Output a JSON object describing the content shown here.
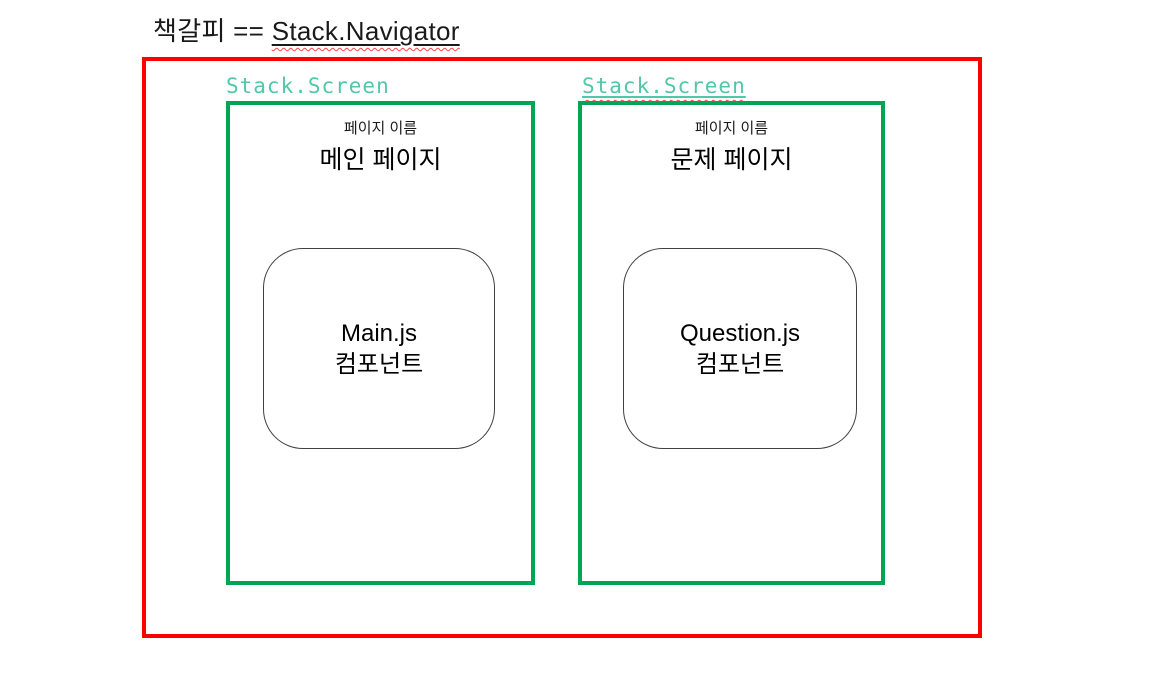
{
  "title": {
    "prefix": "책갈피 == ",
    "term": "Stack.Navigator"
  },
  "colors": {
    "navigator_border": "#FF0000",
    "screen_border": "#00A651",
    "screen_label": "#52C7A8",
    "component_border": "#404040",
    "squiggle": "#FF4545",
    "text": "#1A1A1A"
  },
  "screens": [
    {
      "label": "Stack.Screen",
      "caption": "페이지 이름",
      "page_name": "메인 페이지",
      "component": {
        "line1": "Main.js",
        "line2": "컴포넌트"
      }
    },
    {
      "label": "Stack.Screen",
      "caption": "페이지 이름",
      "page_name": "문제 페이지",
      "component": {
        "line1": "Question.js",
        "line2": "컴포넌트"
      }
    }
  ]
}
